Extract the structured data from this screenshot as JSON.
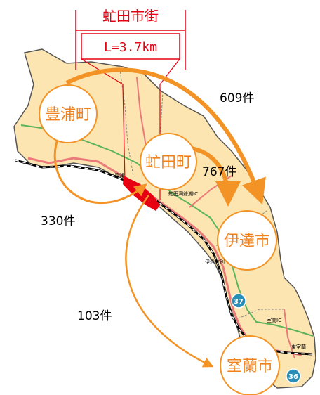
{
  "header": {
    "title": "虻田市街",
    "length": "L=3.7km"
  },
  "cities": {
    "toyoura": "豊浦町",
    "abuta": "虻田町",
    "date": "伊達市",
    "muroran": "室蘭市"
  },
  "flows": {
    "toyoura_to_date": "609件",
    "abuta_to_date": "767件",
    "toyoura_to_abuta": "330件",
    "abuta_to_muroran": "103件"
  },
  "small_labels": {
    "toyoura_station": "豊浦",
    "abuta_toyako_ic": "虻田洞爺湖IC",
    "date_monbetsu": "伊達紋別",
    "muroran_ic": "室蘭IC",
    "higashi_muroran": "東室蘭"
  },
  "routes": {
    "route_37": "37",
    "route_36": "36"
  },
  "colors": {
    "land": "#fce5b0",
    "coast": "#555555",
    "arrow": "#f39225",
    "circle_border": "#f39225",
    "circle_text": "#f0821e",
    "highlight": "#e60012",
    "national_road": "#ea7a7a",
    "expressway": "#5bb45b",
    "railway": "#000000",
    "route_shield": "#2a8fb8"
  }
}
